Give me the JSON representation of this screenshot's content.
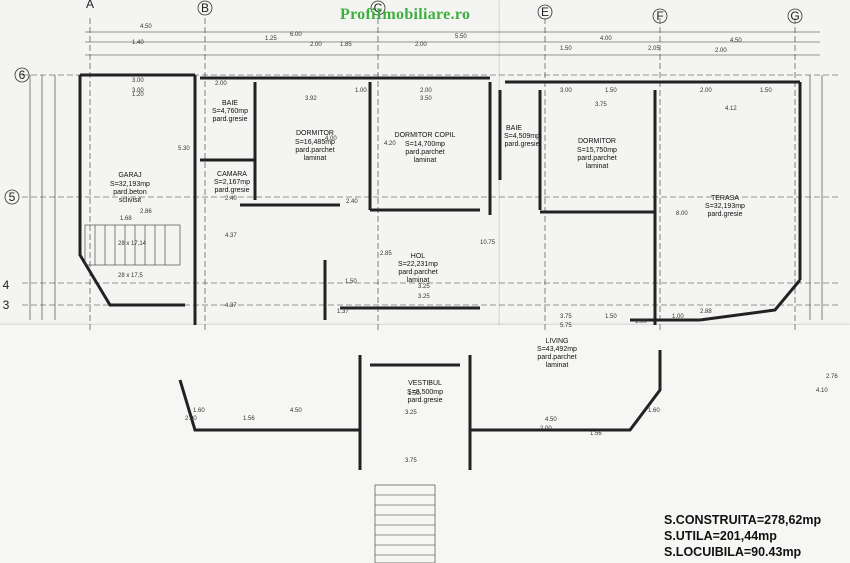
{
  "watermark": "ProfiImobiliare.ro",
  "grid_columns": [
    "A",
    "B",
    "C",
    "E",
    "F",
    "G"
  ],
  "grid_rows": [
    "6",
    "5",
    "4",
    "3"
  ],
  "rooms": {
    "garaj": [
      "GARAJ",
      "S=32,193mp",
      "pard.beton",
      "sclivisit"
    ],
    "baie1": [
      "BAIE",
      "S=4,760mp",
      "pard.gresie"
    ],
    "camara": [
      "CAMARA",
      "S=2,167mp",
      "pard.gresie"
    ],
    "dormitor1": [
      "DORMITOR",
      "S=16,485mp",
      "pard.parchet",
      "laminat"
    ],
    "dormitor_copil": [
      "DORMITOR COPIL",
      "S=14,700mp",
      "pard.parchet",
      "laminat"
    ],
    "baie2": [
      "BAIE",
      "S=4,509mp",
      "pard.gresie"
    ],
    "dormitor2": [
      "DORMITOR",
      "S=15,750mp",
      "pard.parchet",
      "laminat"
    ],
    "terasa": [
      "TERASA",
      "S=32,193mp",
      "pard.gresie"
    ],
    "hol": [
      "HOL",
      "S=22,231mp",
      "pard.parchet",
      "laminat"
    ],
    "vestibul": [
      "VESTIBUL",
      "S=8,500mp",
      "pard.gresie"
    ],
    "living": [
      "LIVING",
      "S=43,492mp",
      "pard.parchet",
      "laminat"
    ]
  },
  "dimensions": {
    "top_row1": [
      "4.50",
      "6.00",
      "5.50",
      "4.00",
      "4.50"
    ],
    "top_row2": [
      "1.25",
      "2.00",
      "1.85",
      "2.00",
      "1.50",
      "2.05",
      "2.00"
    ],
    "top_row3": [
      "3.00",
      "2.00",
      "1.00",
      "2.00",
      "3.00",
      "1.50",
      "2.00",
      "1.50"
    ],
    "room_dims": [
      "3.00",
      "3.92",
      "3.50",
      "3.75",
      "4.12",
      "1.40",
      "1.20",
      "4.00",
      "8.00",
      "5.30",
      "4.20",
      "2.40",
      "2.40",
      "2.86",
      "1.68",
      "10.75",
      "4.37",
      "3.25",
      "1.50",
      "2.85",
      "1.37",
      "4.37",
      "3.25",
      "2.88",
      "1.00",
      "3.75",
      "5.75",
      "1.50",
      "1.00"
    ],
    "lower_dims": [
      "4.50",
      "1.56",
      "1.60",
      "1.56",
      "4.50",
      "1.60",
      "2.00",
      "1.50",
      "3.25",
      "3.75",
      "4.10",
      "2.00",
      "2.76"
    ],
    "stair": [
      "28 x 17,14",
      "28 x 17,5"
    ]
  },
  "summary": {
    "construita": "S.CONSTRUITA=278,62mp",
    "utila": "S.UTILA=201,44mp",
    "locuibila": "S.LOCUIBILA=90.43mp"
  }
}
